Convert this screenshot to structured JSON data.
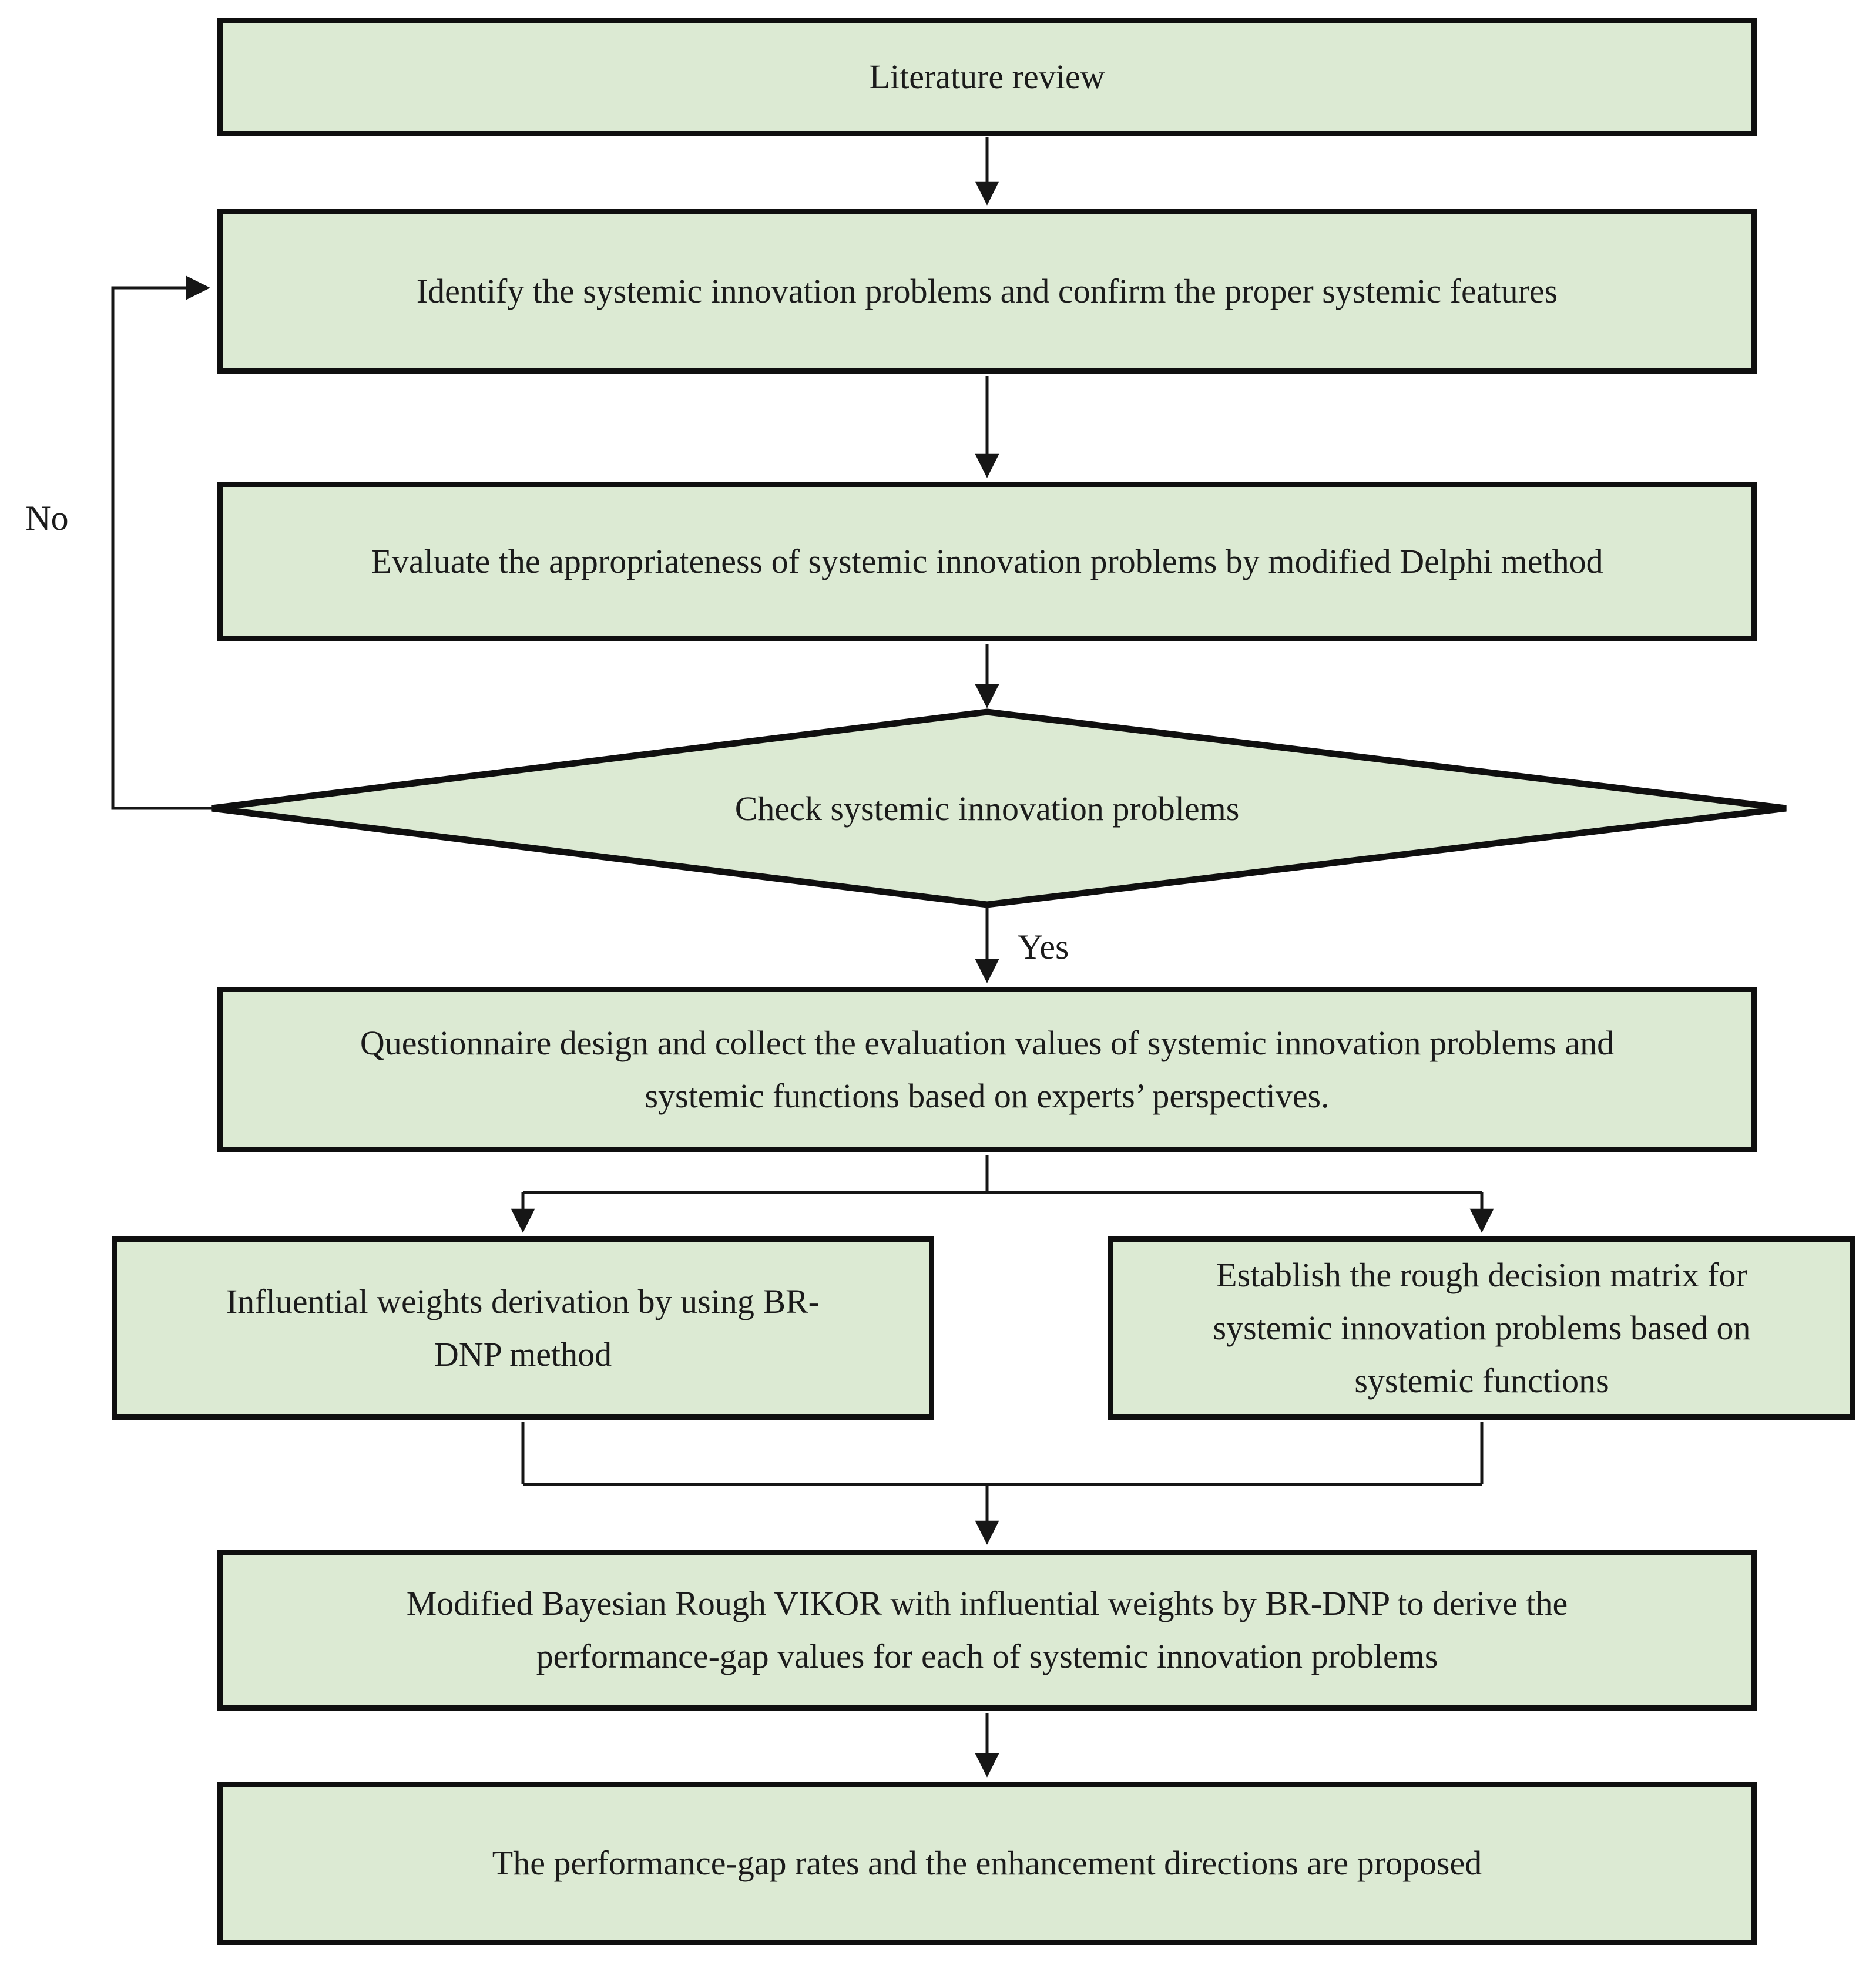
{
  "colors": {
    "background": "#ffffff",
    "node_fill": "#dcead3",
    "node_border": "#0f0f0f",
    "connector": "#161616",
    "text": "#1b1b1b"
  },
  "nodes": {
    "literature": {
      "label": "Literature review"
    },
    "identify": {
      "label": "Identify the systemic innovation problems and confirm the proper systemic features"
    },
    "evaluate": {
      "label": "Evaluate the appropriateness of systemic innovation problems by modified Delphi method"
    },
    "check_decision": {
      "label": "Check systemic innovation problems"
    },
    "questionnaire": {
      "lines": [
        "Questionnaire design and collect the evaluation values of systemic innovation problems and",
        "systemic functions based on experts’ perspectives."
      ]
    },
    "weights": {
      "lines": [
        "Influential weights derivation by using BR-",
        "DNP method"
      ]
    },
    "matrix": {
      "lines": [
        "Establish the rough decision matrix for",
        "systemic innovation problems based on",
        "systemic functions"
      ]
    },
    "vikor": {
      "lines": [
        "Modified Bayesian Rough VIKOR with influential weights by BR-DNP to derive the",
        "performance-gap values for each of systemic innovation problems"
      ]
    },
    "outcome": {
      "label": "The performance-gap rates and the enhancement directions are proposed"
    }
  },
  "edge_labels": {
    "no": "No",
    "yes": "Yes"
  }
}
